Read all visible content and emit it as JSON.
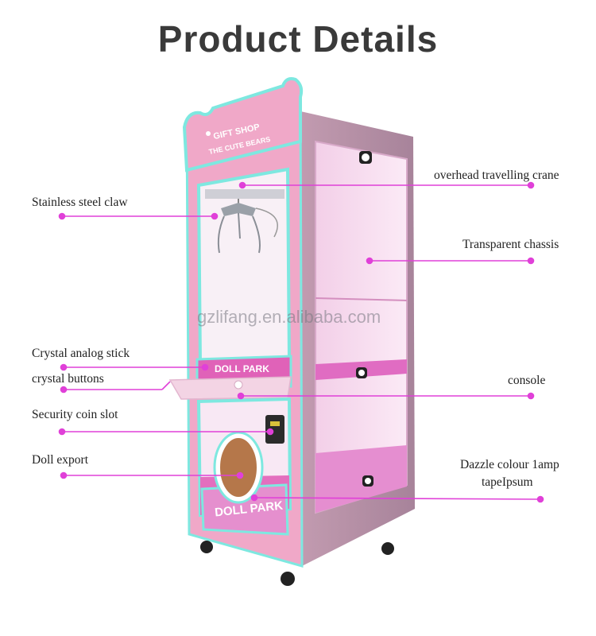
{
  "title": "Product Details",
  "watermark": "gzlifang.en.alibaba.com",
  "machine_sign": {
    "line1": "GIFT SHOP",
    "line2": "THE CUTE BEARS"
  },
  "doll_park_text": "DOLL PARK",
  "labels": {
    "overhead_crane": "overhead travelling crane",
    "steel_claw": "Stainless steel claw",
    "transparent_chassis": "Transparent chassis",
    "analog_stick": "Crystal analog stick",
    "crystal_buttons": "crystal buttons",
    "console": "console",
    "coin_slot": "Security coin slot",
    "doll_export": "Doll export",
    "lamp_line1": "Dazzle colour 1amp",
    "lamp_line2": "tapeIpsum"
  },
  "colors": {
    "pointer": "#e040d8",
    "cabinet_pink": "#f0a8c8",
    "cabinet_side": "#b3879b",
    "neon_cyan": "#7ee8e0",
    "glass_pink": "#f7d9ee"
  }
}
